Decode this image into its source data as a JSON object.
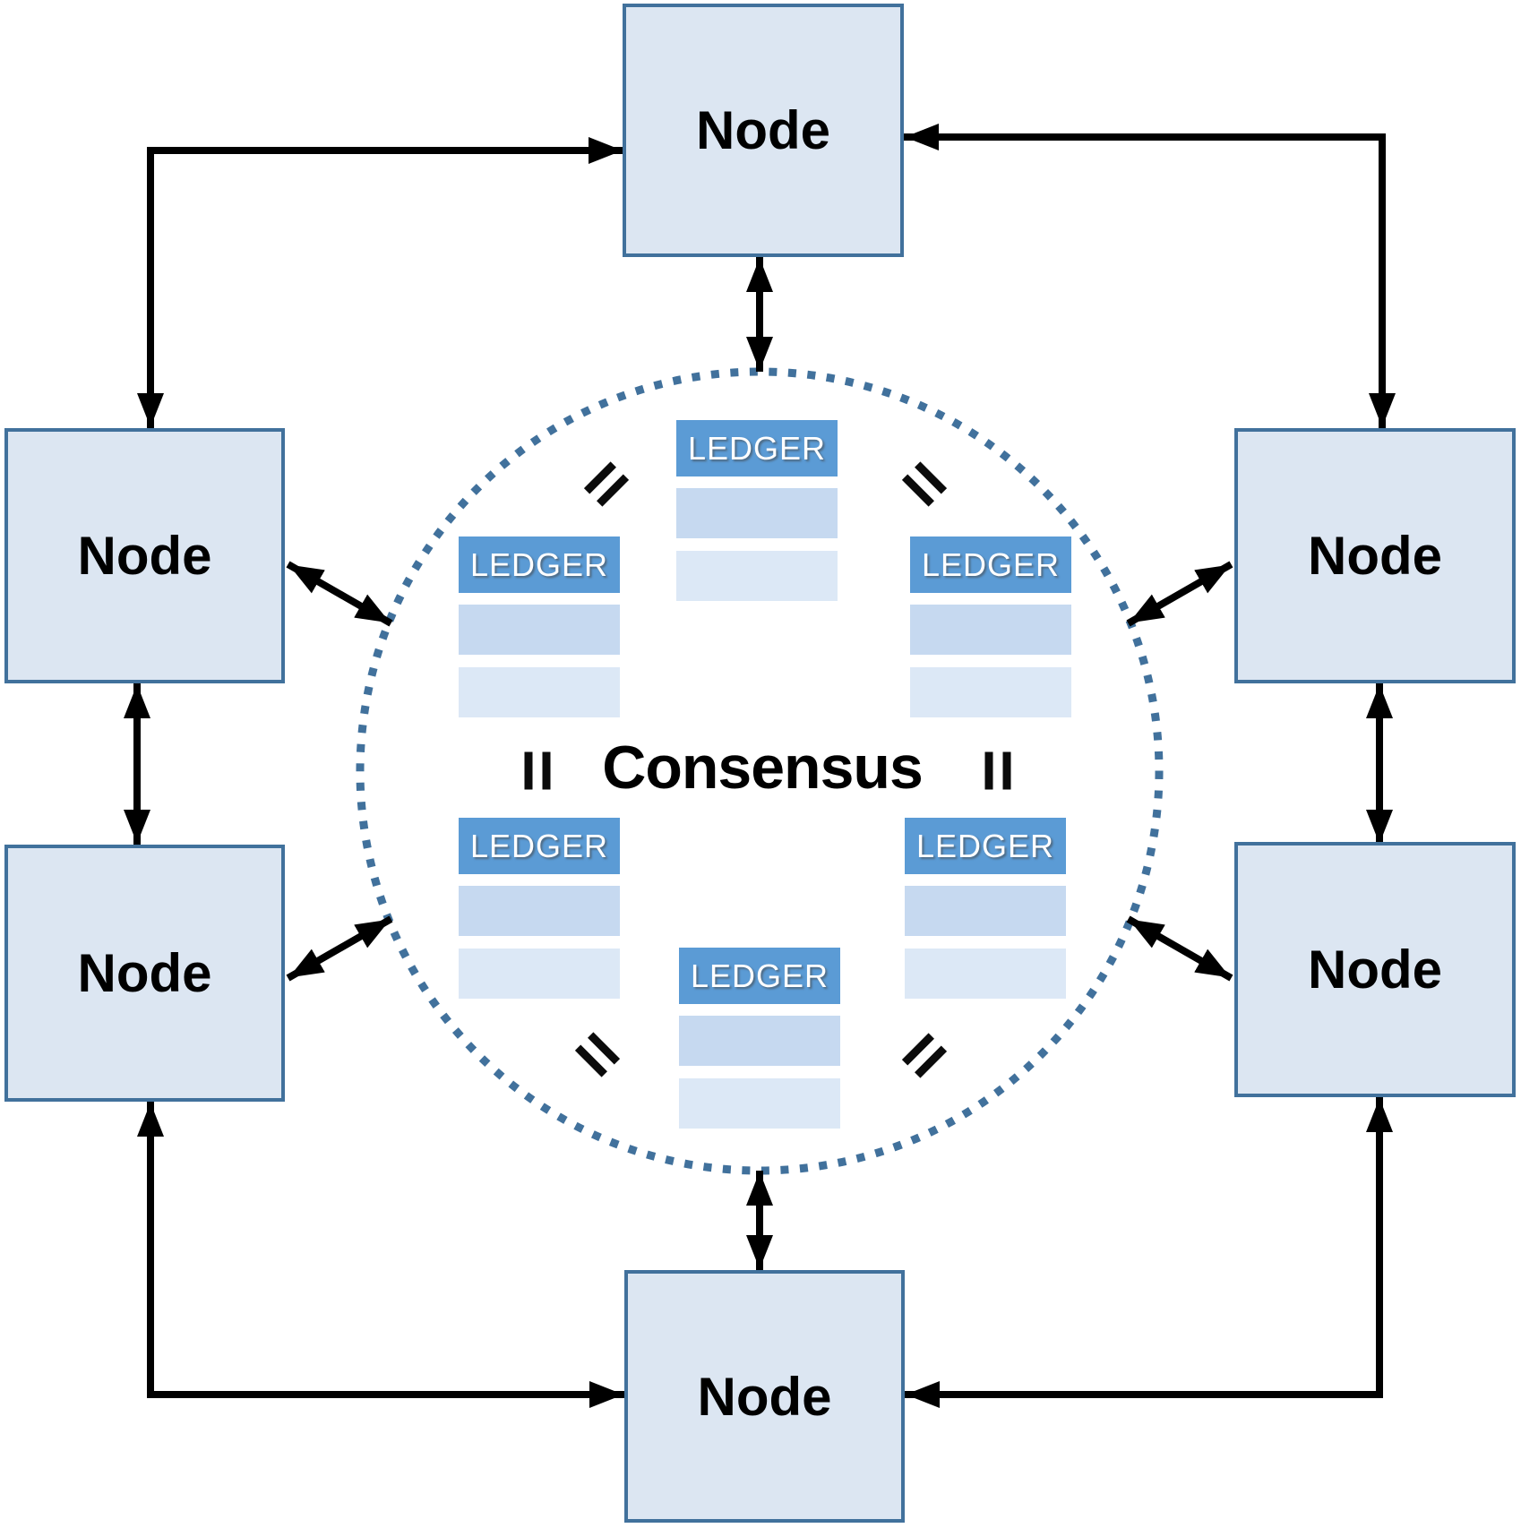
{
  "consensus": {
    "label": "Consensus"
  },
  "nodes": [
    {
      "position": "top",
      "label": "Node"
    },
    {
      "position": "left-upper",
      "label": "Node"
    },
    {
      "position": "right-upper",
      "label": "Node"
    },
    {
      "position": "left-lower",
      "label": "Node"
    },
    {
      "position": "right-lower",
      "label": "Node"
    },
    {
      "position": "bottom",
      "label": "Node"
    }
  ],
  "ledgers": [
    {
      "position": "top-center",
      "header_label": "LEDGER",
      "blank_rows": 2
    },
    {
      "position": "upper-left",
      "header_label": "LEDGER",
      "blank_rows": 2
    },
    {
      "position": "upper-right",
      "header_label": "LEDGER",
      "blank_rows": 2
    },
    {
      "position": "lower-left",
      "header_label": "LEDGER",
      "blank_rows": 2
    },
    {
      "position": "lower-right",
      "header_label": "LEDGER",
      "blank_rows": 2
    },
    {
      "position": "bottom-center",
      "header_label": "LEDGER",
      "blank_rows": 2
    }
  ],
  "equals_marks": {
    "symbol": "=",
    "count": 6
  },
  "colors": {
    "node_fill": "#dce6f2",
    "node_border": "#41719c",
    "ledger_header": "#5b9bd5",
    "ledger_row_mid": "#c6d9f0",
    "ledger_row_light": "#dce8f6",
    "circle_dots": "#41719c",
    "connector": "#000000",
    "ledger_text": "#ffffff",
    "label_text": "#000000"
  }
}
